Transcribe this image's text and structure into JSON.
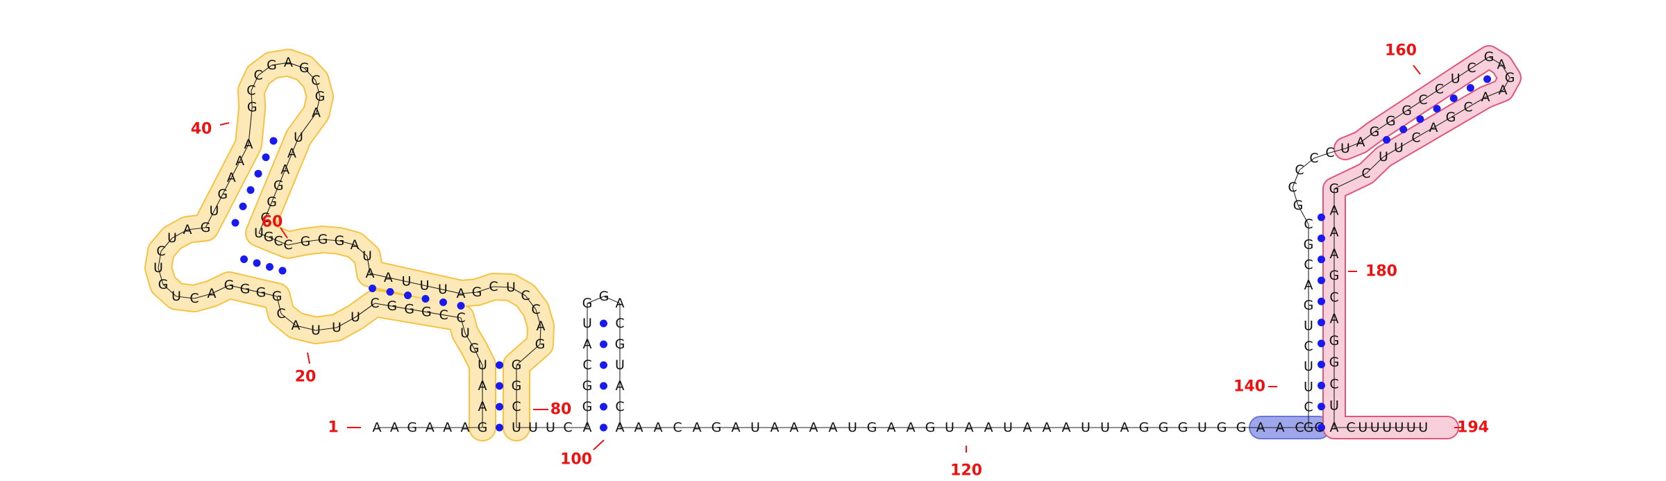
{
  "sequence": "AAGAAAGAAUGUCCGGGCUUUACGGGGACUGUCUAGUGAAAGCCGAGCGAUAAGGCUGCCGGGAUAAUUUAGCUCCAGGGCUUUCAGGCAUGGACGUACAAACAGAUAAAAUGAAGUAAUAAAUUAGGGUGGAACCGCUUCUGACGCGCCCCUAGGGCCUCGAGAACGACUUCGAAAGCAGGCUACUUUUUU",
  "labels": [
    "1",
    "20",
    "40",
    "60",
    "80",
    "100",
    "120",
    "140",
    "160",
    "180",
    "194"
  ],
  "colors": {
    "bond": "#1a1aee",
    "label": "#ee1111",
    "yellow_fill": "#fde9b8",
    "yellow_stroke": "#f5c242",
    "blue_fill": "#9ea6ec",
    "blue_stroke": "#6b74d8",
    "pink_fill": "#f8d0dc",
    "pink_stroke": "#e0557a"
  }
}
